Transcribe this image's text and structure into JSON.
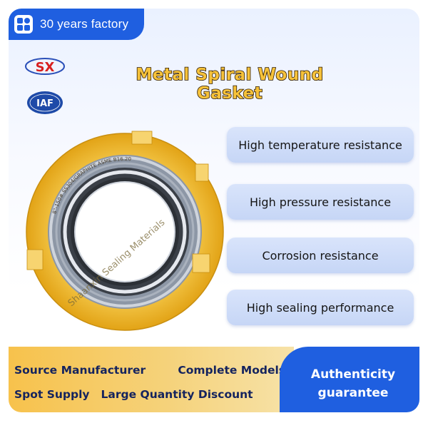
{
  "header": {
    "tab_text": "30 years factory",
    "logo_icon": "four-square-logo-icon",
    "brand_color": "#1f5fe0"
  },
  "logos": {
    "brand_text": "SX",
    "iaf_text": "IAF"
  },
  "title": "Metal Spiral Wound Gasket",
  "product": {
    "watermark": "Shaanxin Sealing Materials",
    "ring_marking": "8\"-150# SS304/GRAPHITE ASME B16.20"
  },
  "features": [
    "High temperature resistance",
    "High pressure resistance",
    "Corrosion resistance",
    "High sealing performance"
  ],
  "bottom": {
    "row1": [
      "Source Manufacturer",
      "Complete Models"
    ],
    "row2": [
      "Spot Supply",
      "Large Quantity Discount"
    ],
    "badge_line1": "Authenticity",
    "badge_line2": "guarantee"
  },
  "colors": {
    "title_fill": "#f6c23a",
    "ring_yellow": "#f2b81b",
    "feature_bg": "#c6d6f6",
    "bottom_text": "#14235e"
  }
}
